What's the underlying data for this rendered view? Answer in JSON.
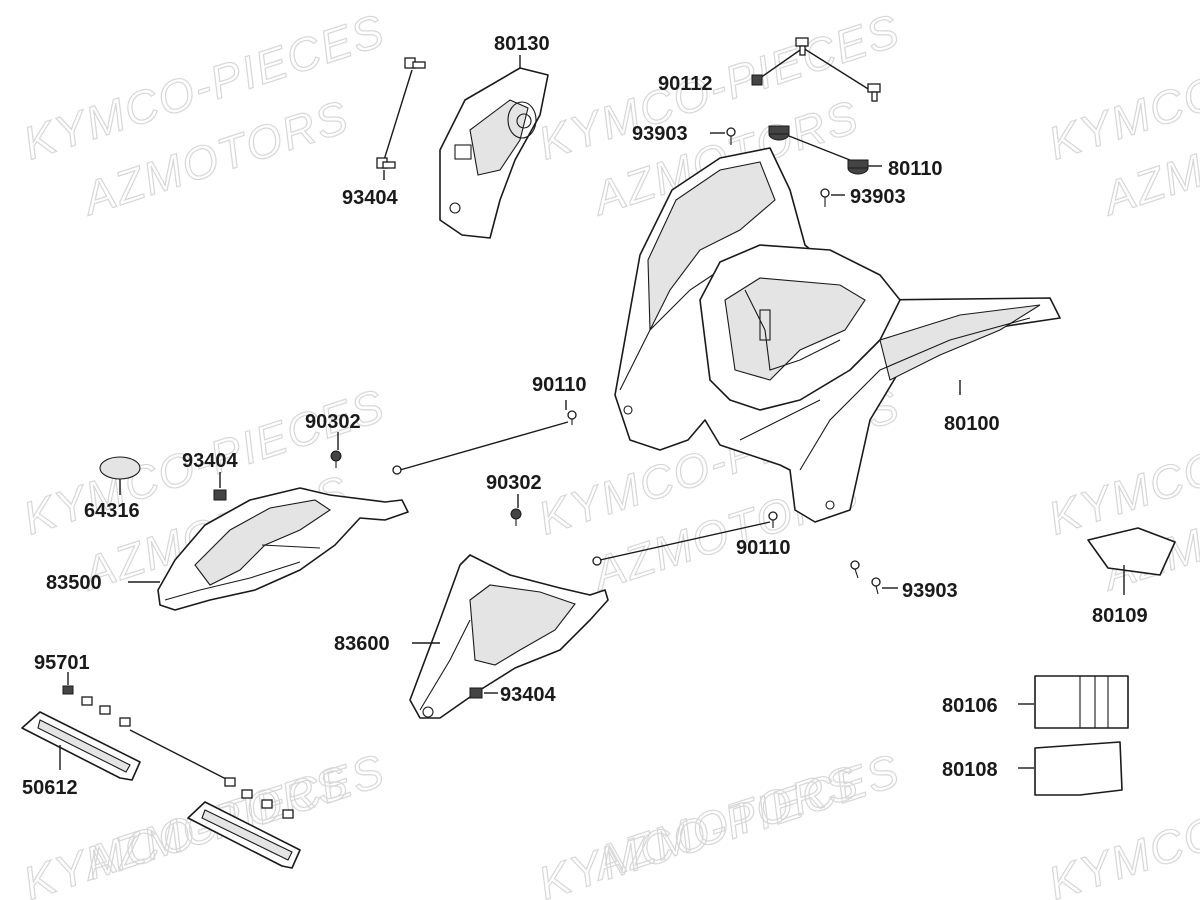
{
  "watermarks": [
    {
      "text": "KYMCO-PIECES"
    },
    {
      "text": "AZMOTORS"
    }
  ],
  "callouts": {
    "c80130": "80130",
    "c93404_top": "93404",
    "c90112": "90112",
    "c93903_a": "93903",
    "c80110": "80110",
    "c93903_b": "93903",
    "c90110_a": "90110",
    "c80100": "80100",
    "c90302_a": "90302",
    "c93404_mid": "93404",
    "c64316": "64316",
    "c83500": "83500",
    "c90302_b": "90302",
    "c90110_b": "90110",
    "c93903_c": "93903",
    "c80109": "80109",
    "c83600": "83600",
    "c93404_low": "93404",
    "c95701": "95701",
    "c50612": "50612",
    "c80106": "80106",
    "c80108": "80108"
  }
}
